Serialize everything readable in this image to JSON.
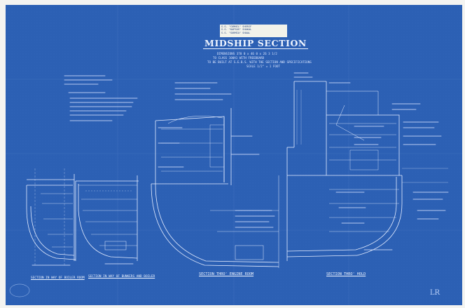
{
  "drawing": {
    "title": "MIDSHIP SECTION",
    "ship_names": [
      "S.S. \"CUMHIL\" SHERIF",
      "S.S. \"KAPSUS\" SHAKAL",
      "S.S. \"SURMIA\" SHAAL"
    ],
    "subtitle_lines": [
      "DIMENSIONS 370 0 x 46 0 x 26 3 1/2",
      "TO CLASS 100A1 WITH FREEBOARD",
      "TO BE BUILT AT S.E.B.S. WITH THE SECTION AND SPECIFICATIONS",
      "SCALE 1/2\" = 1 FOOT"
    ],
    "section_captions": [
      "SECTION IN WAY OF BOILER ROOM",
      "SECTION IN WAY OF BUNKERS AND BOILER",
      "SECTION THRO' ENGINE ROOM",
      "SECTION THRO' HOLD"
    ],
    "logo": "LR"
  },
  "colors": {
    "paper": "#2b5fb3",
    "line": "#e4ecff",
    "stamp_bg": "#f2f2ea",
    "stamp_text": "#1f3f7a"
  }
}
